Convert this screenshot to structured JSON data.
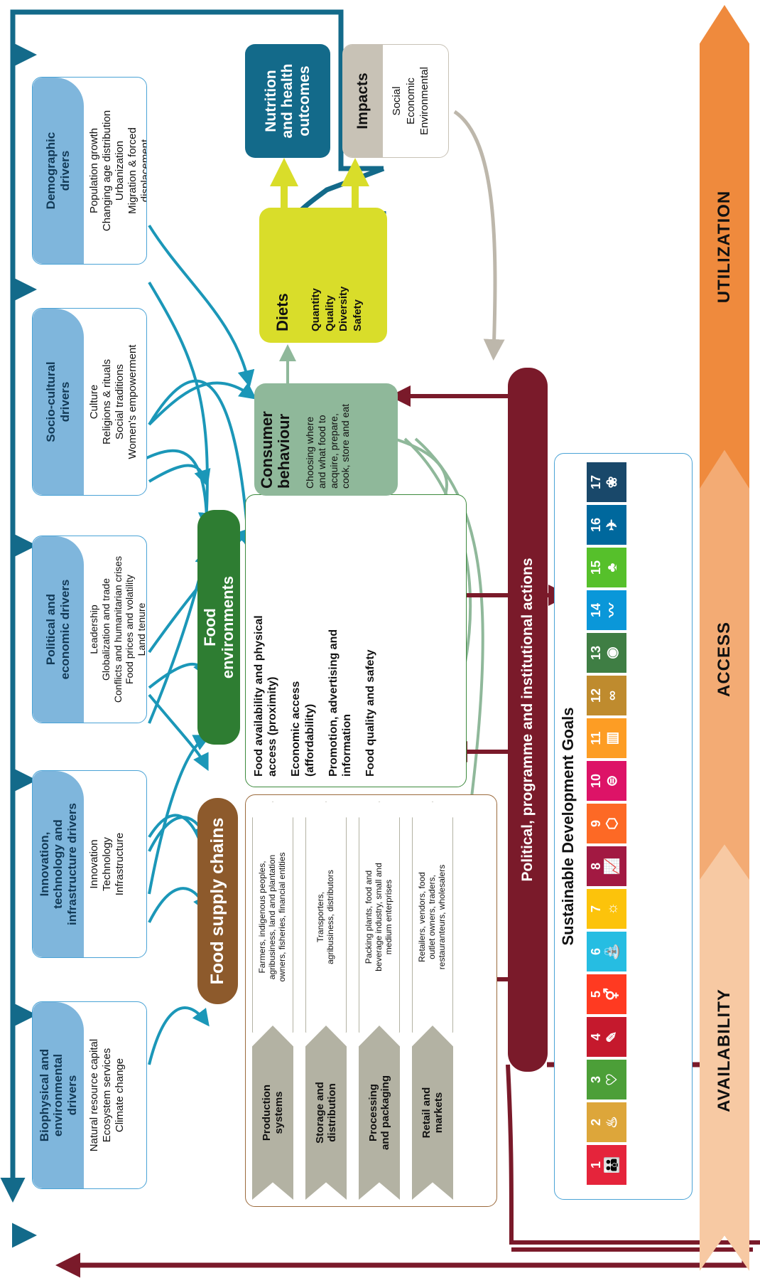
{
  "drivers": [
    {
      "title": "Biophysical and\nenvironmental\ndrivers",
      "items": [
        "Natural resource capital",
        "Ecosystem services",
        "Climate change"
      ]
    },
    {
      "title": "Innovation,\ntechnology and\ninfrastructure drivers",
      "items": [
        "Innovation",
        "Technology",
        "Infrastructure"
      ]
    },
    {
      "title": "Political and\neconomic drivers",
      "items": [
        "Leadership",
        "Globalization and trade",
        "Conflicts and humanitarian crises",
        "Food prices and volatility",
        "Land tenure"
      ]
    },
    {
      "title": "Socio-cultural\ndrivers",
      "items": [
        "Culture",
        "Religions & rituals",
        "Social traditions",
        "Women's empowerment"
      ]
    },
    {
      "title": "Demographic\ndrivers",
      "items": [
        "Population growth",
        "Changing age distribution",
        "Urbanization",
        "Migration & forced",
        "displacement"
      ]
    }
  ],
  "food_supply_chains": {
    "title": "Food supply chains",
    "stages": [
      {
        "label": "Production\nsystems",
        "actors": [
          "Farmers, indigenous peoples,",
          "agribusiness, land and plantation",
          "owners, fisheries, financial entities"
        ]
      },
      {
        "label": "Storage and\ndistribution",
        "actors": [
          "Transporters,",
          "agribusiness, distributors"
        ]
      },
      {
        "label": "Processing\nand packaging",
        "actors": [
          "Packing plants, food and",
          "beverage industry, small and",
          "medium enterprises"
        ]
      },
      {
        "label": "Retail and\nmarkets",
        "actors": [
          "Retailers, vendors, food",
          "outlet owners, traders,",
          "restauranteurs, wholesalers"
        ]
      }
    ]
  },
  "food_environments": {
    "title_line1": "Food",
    "title_line2": "environments",
    "items": [
      [
        "Food availability and physical",
        "access (proximity)"
      ],
      [
        "Economic access",
        "(affordability)"
      ],
      [
        "Promotion, advertising and",
        "information"
      ],
      [
        "Food quality and safety"
      ]
    ]
  },
  "consumer_behaviour": {
    "title_line1": "Consumer",
    "title_line2": "behaviour",
    "desc": [
      "Choosing where",
      "and what food to",
      "acquire, prepare,",
      "cook, store and eat"
    ]
  },
  "diets": {
    "title": "Diets",
    "items": [
      "Quantity",
      "Quality",
      "Diversity",
      "Safety"
    ]
  },
  "nutrition": {
    "lines": [
      "Nutrition",
      "and health",
      "outcomes"
    ]
  },
  "impacts": {
    "title": "Impacts",
    "items": [
      "Social",
      "Economic",
      "Environmental"
    ]
  },
  "policy_bar": {
    "label": "Political, programme and institutional actions"
  },
  "sdg": {
    "title": "Sustainable Development Goals",
    "tiles": [
      {
        "num": "1",
        "color": "#e5243b",
        "icon": "family-icon",
        "glyph": "👪"
      },
      {
        "num": "2",
        "color": "#dda63a",
        "icon": "bowl-icon",
        "glyph": "♨"
      },
      {
        "num": "3",
        "color": "#4c9f38",
        "icon": "heartbeat-icon",
        "glyph": "♡"
      },
      {
        "num": "4",
        "color": "#c5192d",
        "icon": "book-icon",
        "glyph": "✎"
      },
      {
        "num": "5",
        "color": "#ff3a21",
        "icon": "gender-icon",
        "glyph": "⚥"
      },
      {
        "num": "6",
        "color": "#26bde2",
        "icon": "water-icon",
        "glyph": "⛲"
      },
      {
        "num": "7",
        "color": "#fcc30b",
        "icon": "sun-icon",
        "glyph": "☼"
      },
      {
        "num": "8",
        "color": "#a21942",
        "icon": "growth-chart-icon",
        "glyph": "📈"
      },
      {
        "num": "9",
        "color": "#fd6925",
        "icon": "cubes-icon",
        "glyph": "⬡"
      },
      {
        "num": "10",
        "color": "#dd1367",
        "icon": "equality-icon",
        "glyph": "⊜"
      },
      {
        "num": "11",
        "color": "#fd9d24",
        "icon": "city-icon",
        "glyph": "▥"
      },
      {
        "num": "12",
        "color": "#bf8b2e",
        "icon": "infinity-icon",
        "glyph": "∞"
      },
      {
        "num": "13",
        "color": "#3f7e44",
        "icon": "eye-globe-icon",
        "glyph": "◉"
      },
      {
        "num": "14",
        "color": "#0a97d9",
        "icon": "fish-icon",
        "glyph": "〰"
      },
      {
        "num": "15",
        "color": "#56c02b",
        "icon": "tree-icon",
        "glyph": "♣"
      },
      {
        "num": "16",
        "color": "#00689d",
        "icon": "dove-icon",
        "glyph": "✈"
      },
      {
        "num": "17",
        "color": "#19486a",
        "icon": "rings-icon",
        "glyph": "❀"
      }
    ]
  },
  "bands": [
    "AVAILABILITY",
    "ACCESS",
    "UTILIZATION"
  ],
  "colors": {
    "driver_arrow": "#1b97b8",
    "feedback_arrow": "#136a8a",
    "policy": "#7a1a2a",
    "consumer_green": "#8fb89a",
    "diet_yellow": "#d9dd2a",
    "impact_gray": "#c8c2b6"
  }
}
